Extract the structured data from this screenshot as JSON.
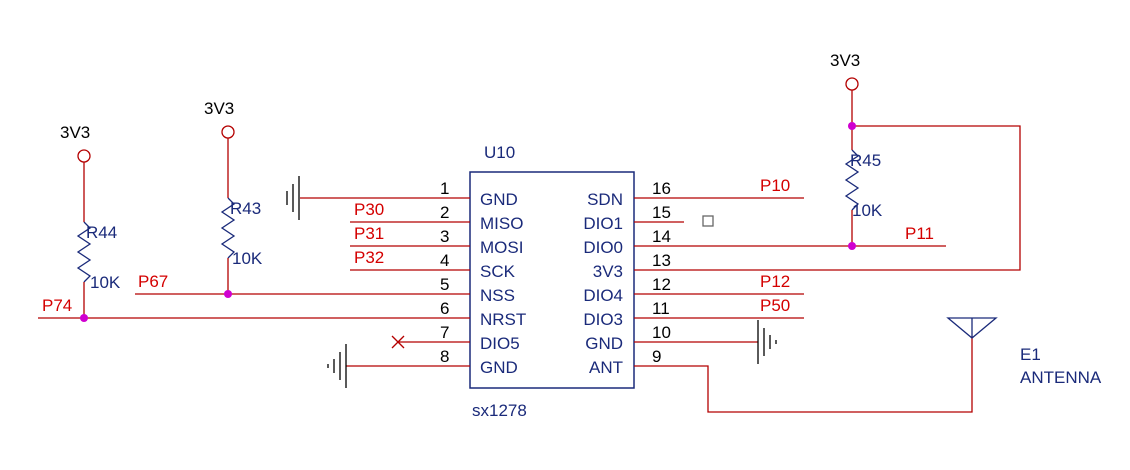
{
  "chip": {
    "ref": "U10",
    "value": "sx1278",
    "left_pins": [
      {
        "num": "1",
        "name": "GND"
      },
      {
        "num": "2",
        "name": "MISO"
      },
      {
        "num": "3",
        "name": "MOSI"
      },
      {
        "num": "4",
        "name": "SCK"
      },
      {
        "num": "5",
        "name": "NSS"
      },
      {
        "num": "6",
        "name": "NRST"
      },
      {
        "num": "7",
        "name": "DIO5"
      },
      {
        "num": "8",
        "name": "GND"
      }
    ],
    "right_pins": [
      {
        "num": "16",
        "name": "SDN"
      },
      {
        "num": "15",
        "name": "DIO1"
      },
      {
        "num": "14",
        "name": "DIO0"
      },
      {
        "num": "13",
        "name": "3V3"
      },
      {
        "num": "12",
        "name": "DIO4"
      },
      {
        "num": "11",
        "name": "DIO3"
      },
      {
        "num": "10",
        "name": "GND"
      },
      {
        "num": "9",
        "name": "ANT"
      }
    ]
  },
  "nets": {
    "p30": "P30",
    "p31": "P31",
    "p32": "P32",
    "p67": "P67",
    "p74": "P74",
    "p10": "P10",
    "p11": "P11",
    "p12": "P12",
    "p50": "P50"
  },
  "resistors": {
    "r44": {
      "ref": "R44",
      "value": "10K"
    },
    "r43": {
      "ref": "R43",
      "value": "10K"
    },
    "r45": {
      "ref": "R45",
      "value": "10K"
    }
  },
  "power": {
    "r44_supply": "3V3",
    "r43_supply": "3V3",
    "r45_supply": "3V3"
  },
  "antenna": {
    "ref": "E1",
    "value": "ANTENNA"
  }
}
